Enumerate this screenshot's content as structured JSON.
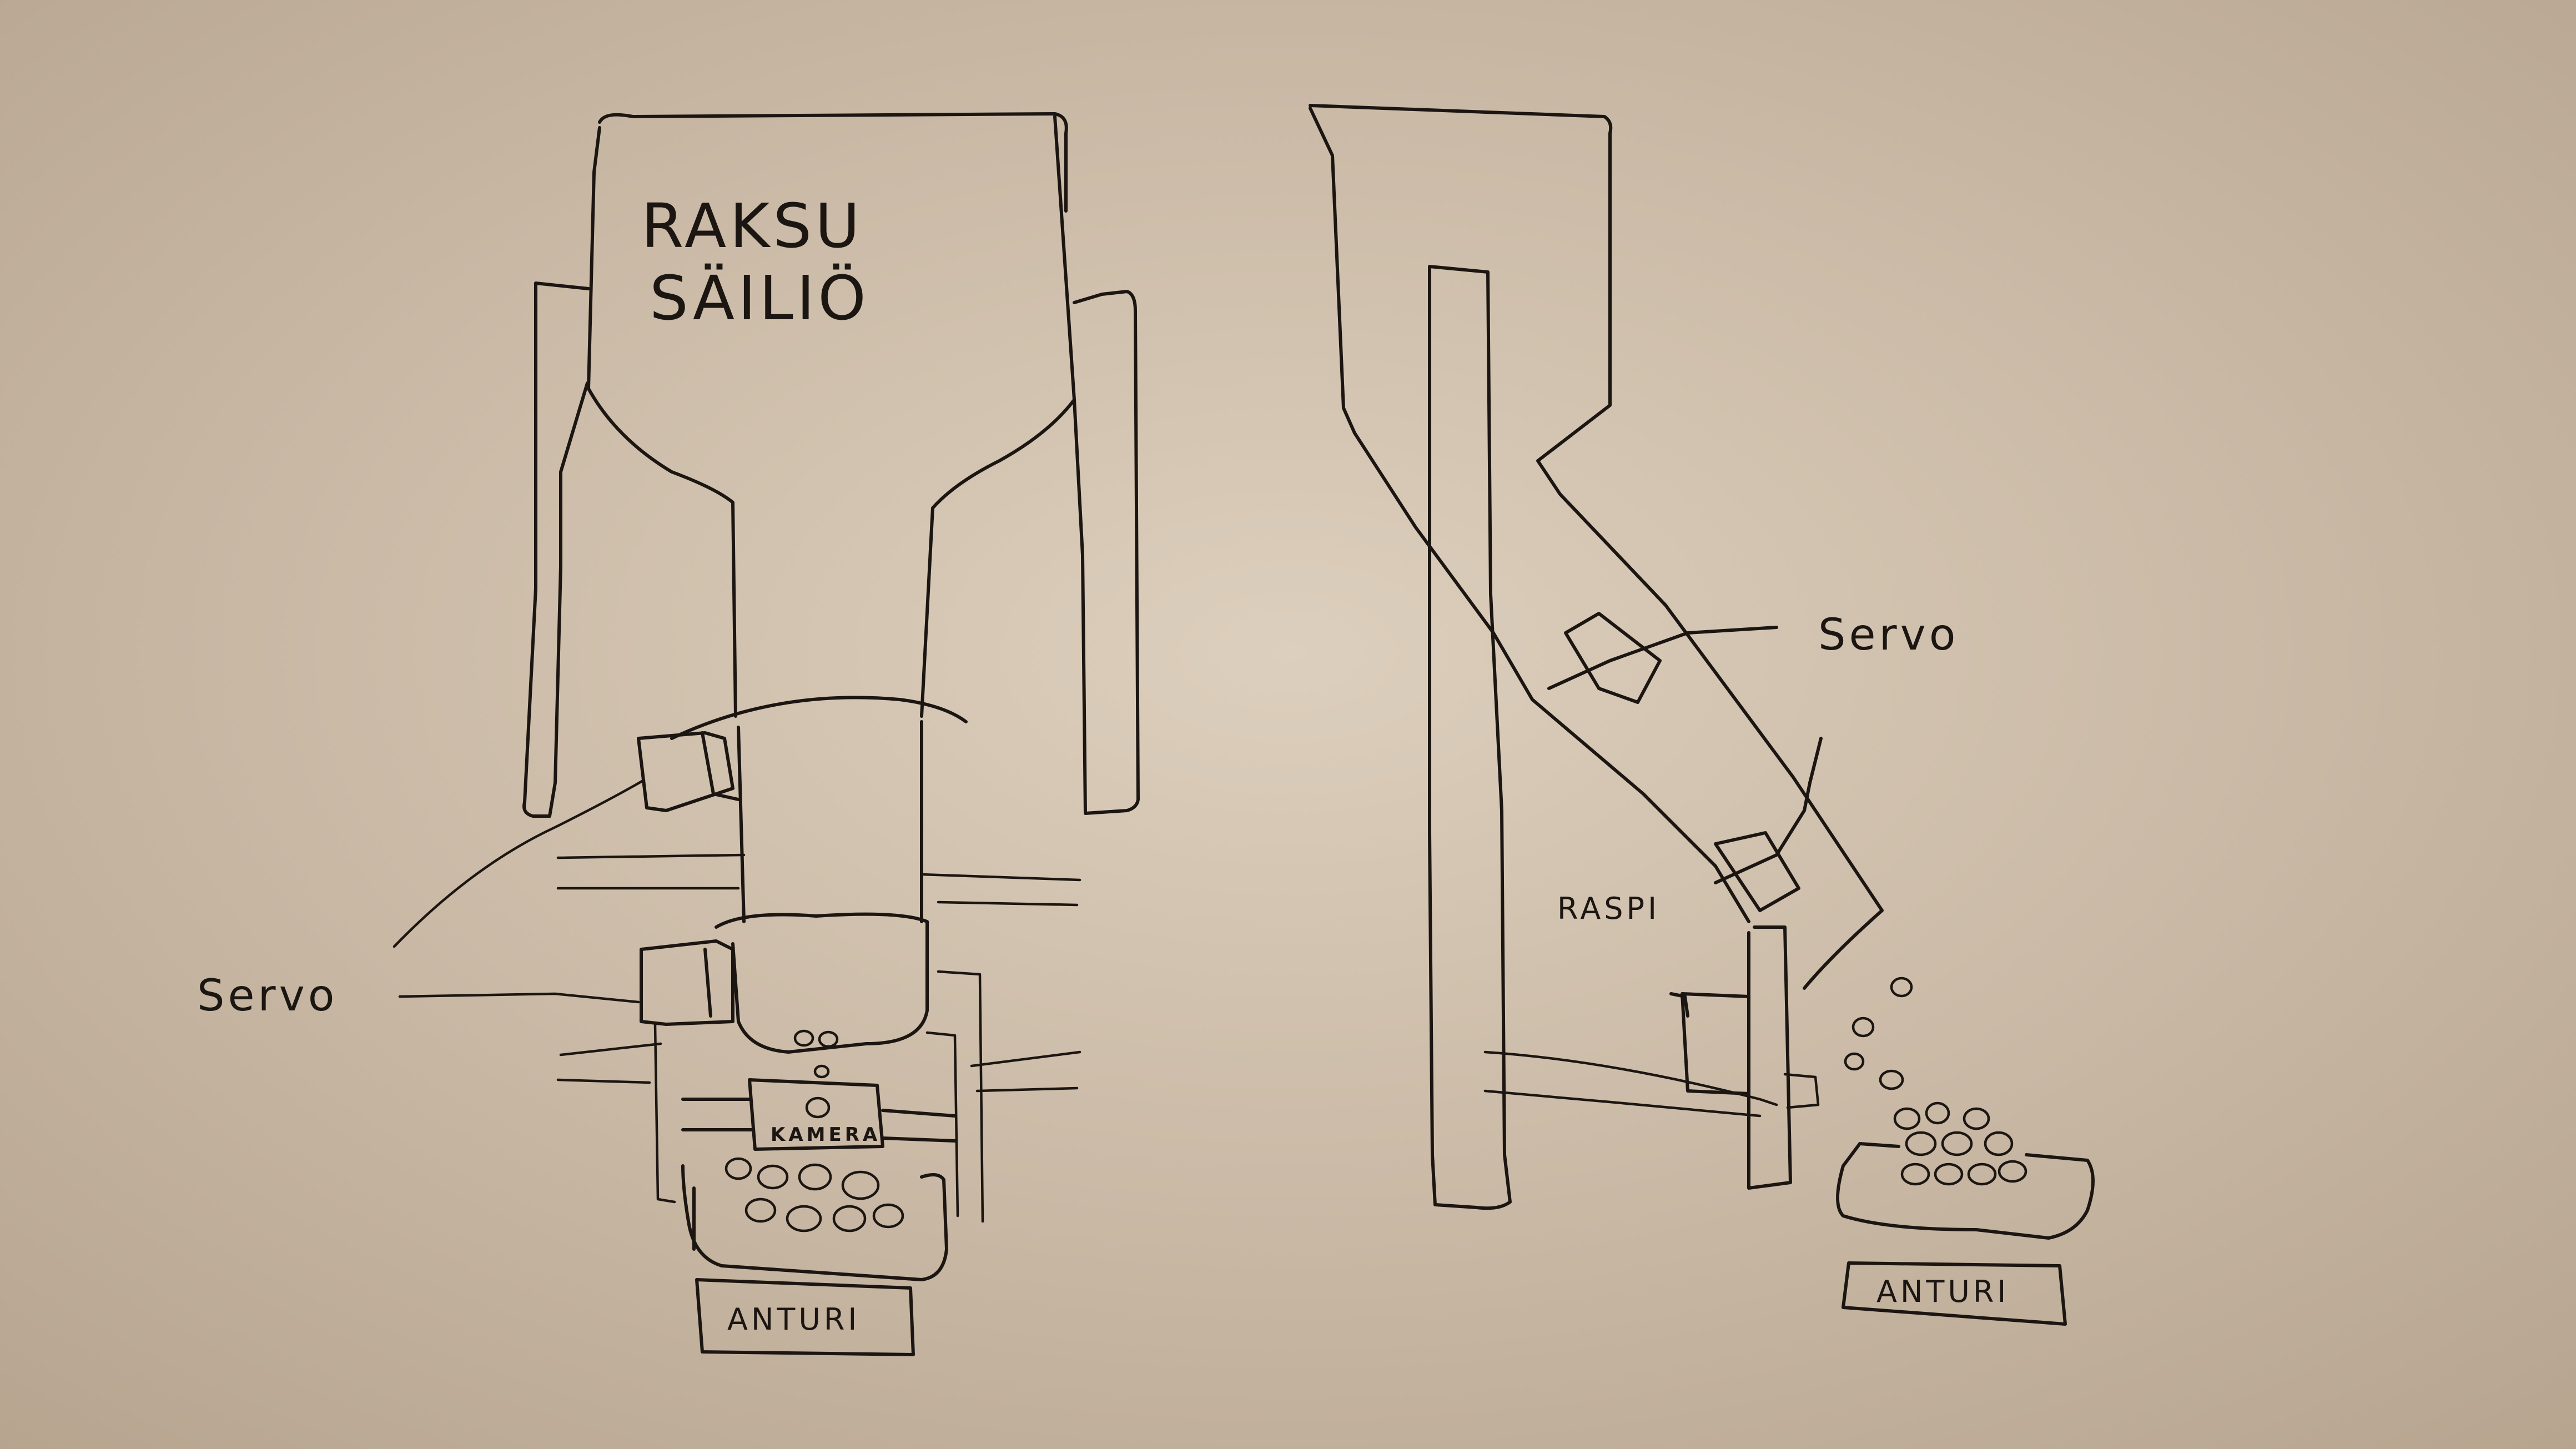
{
  "labels": {
    "tank_line1": "RAKSU",
    "tank_line2": "SÄILIÖ",
    "servo_left": "Servo",
    "camera": "KAMERA",
    "anturi_left": "ANTURI",
    "servo_right": "Servo",
    "rasp": "RASPI",
    "anturi_right": "ANTURI"
  },
  "colors": {
    "board": "#d8c9b6",
    "ink": "#1c1612"
  }
}
